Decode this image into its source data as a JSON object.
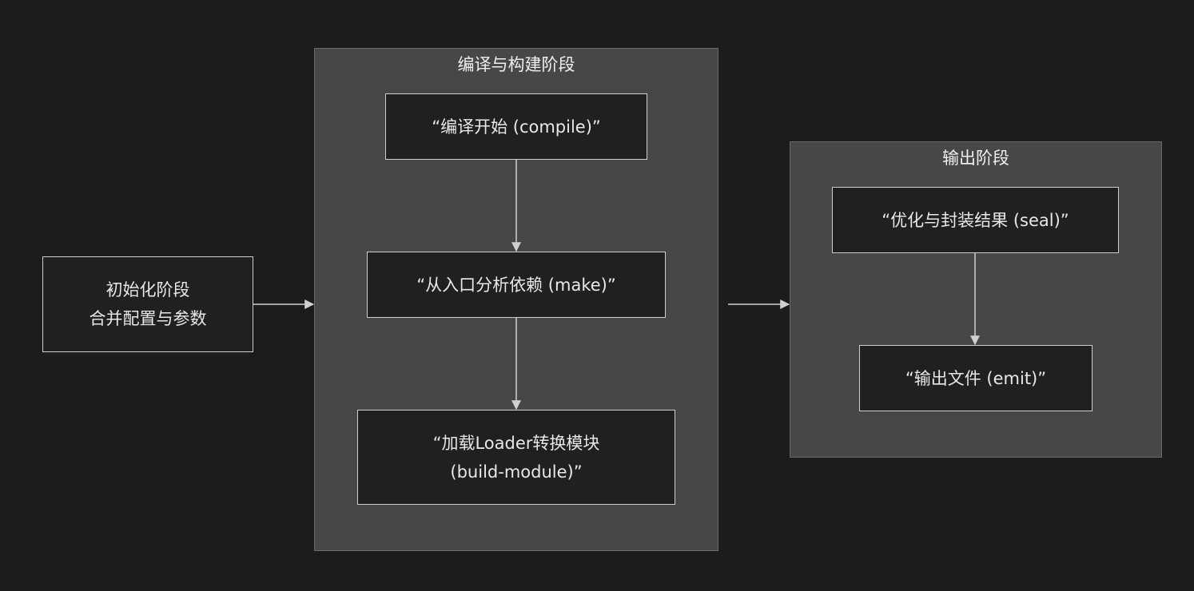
{
  "colors": {
    "background": "#1c1c1c",
    "cluster_fill": "#474747",
    "node_fill": "#202020",
    "node_border": "#cfcfcf",
    "edge": "#d0d0d0"
  },
  "nodes": {
    "init": {
      "line1": "初始化阶段",
      "line2": "合并配置与参数"
    },
    "compile": {
      "label": "“编译开始 (compile)”"
    },
    "make": {
      "label": "“从入口分析依赖 (make)”"
    },
    "build": {
      "line1": "“加载Loader转换模块",
      "line2": "(build-module)”"
    },
    "seal": {
      "label": "“优化与封装结果 (seal)”"
    },
    "emit": {
      "label": "“输出文件 (emit)”"
    }
  },
  "clusters": {
    "compile_stage": {
      "title": "编译与构建阶段"
    },
    "output_stage": {
      "title": "输出阶段"
    }
  },
  "edges": [
    {
      "from": "init",
      "to": "compile_stage"
    },
    {
      "from": "compile",
      "to": "make"
    },
    {
      "from": "make",
      "to": "build"
    },
    {
      "from": "compile_stage",
      "to": "output_stage"
    },
    {
      "from": "seal",
      "to": "emit"
    }
  ]
}
